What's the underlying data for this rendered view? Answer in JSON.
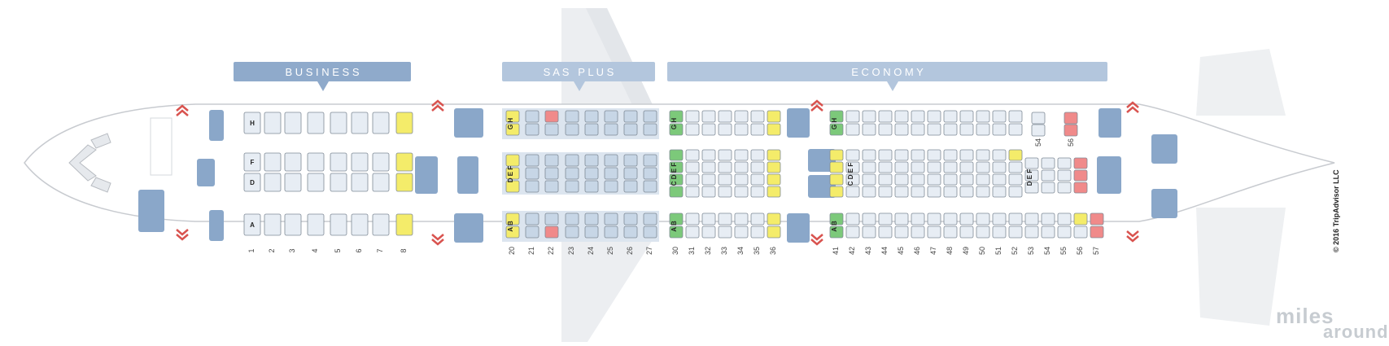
{
  "sections": {
    "business": "B U S I N E S S",
    "sas_plus": "S A S   P L U S",
    "economy": "E C O N O M Y"
  },
  "business_rows": [
    "1",
    "2",
    "3",
    "4",
    "5",
    "6",
    "7",
    "8"
  ],
  "sasplus_rows": [
    "20",
    "21",
    "22",
    "23",
    "24",
    "25",
    "26",
    "27"
  ],
  "economy_rows_a": [
    "30",
    "31",
    "32",
    "33",
    "34",
    "35",
    "36"
  ],
  "economy_rows_b": [
    "41",
    "42",
    "43",
    "44",
    "45",
    "46",
    "47",
    "48",
    "49",
    "50",
    "51",
    "52",
    "53",
    "54",
    "55",
    "56",
    "57"
  ],
  "economy_upper_labels": [
    "54",
    "56"
  ],
  "seat_letters": {
    "business_upper": "H",
    "business_mid_1": "F",
    "business_mid_2": "D",
    "business_lower": "A",
    "sasplus_upper": "G H",
    "sasplus_mid": "D E F",
    "sasplus_lower": "A B",
    "economy_upper": "G H",
    "economy_mid": "C D E F",
    "economy_lower": "A B",
    "economy_rear_mid": "D E F"
  },
  "copyright": "© 2016 TripAdvisor LLC",
  "logo": {
    "line1": "miles",
    "line2": "around"
  },
  "colors": {
    "banner": "#8faacb",
    "lavatory": "#8aa7c9",
    "seat_std": "#e7edf4",
    "seat_sas": "#c7d6e6",
    "seat_yellow": "#f4ec6a",
    "seat_red": "#f08a8a",
    "seat_green": "#7cc97a",
    "exit": "#d9534f"
  }
}
